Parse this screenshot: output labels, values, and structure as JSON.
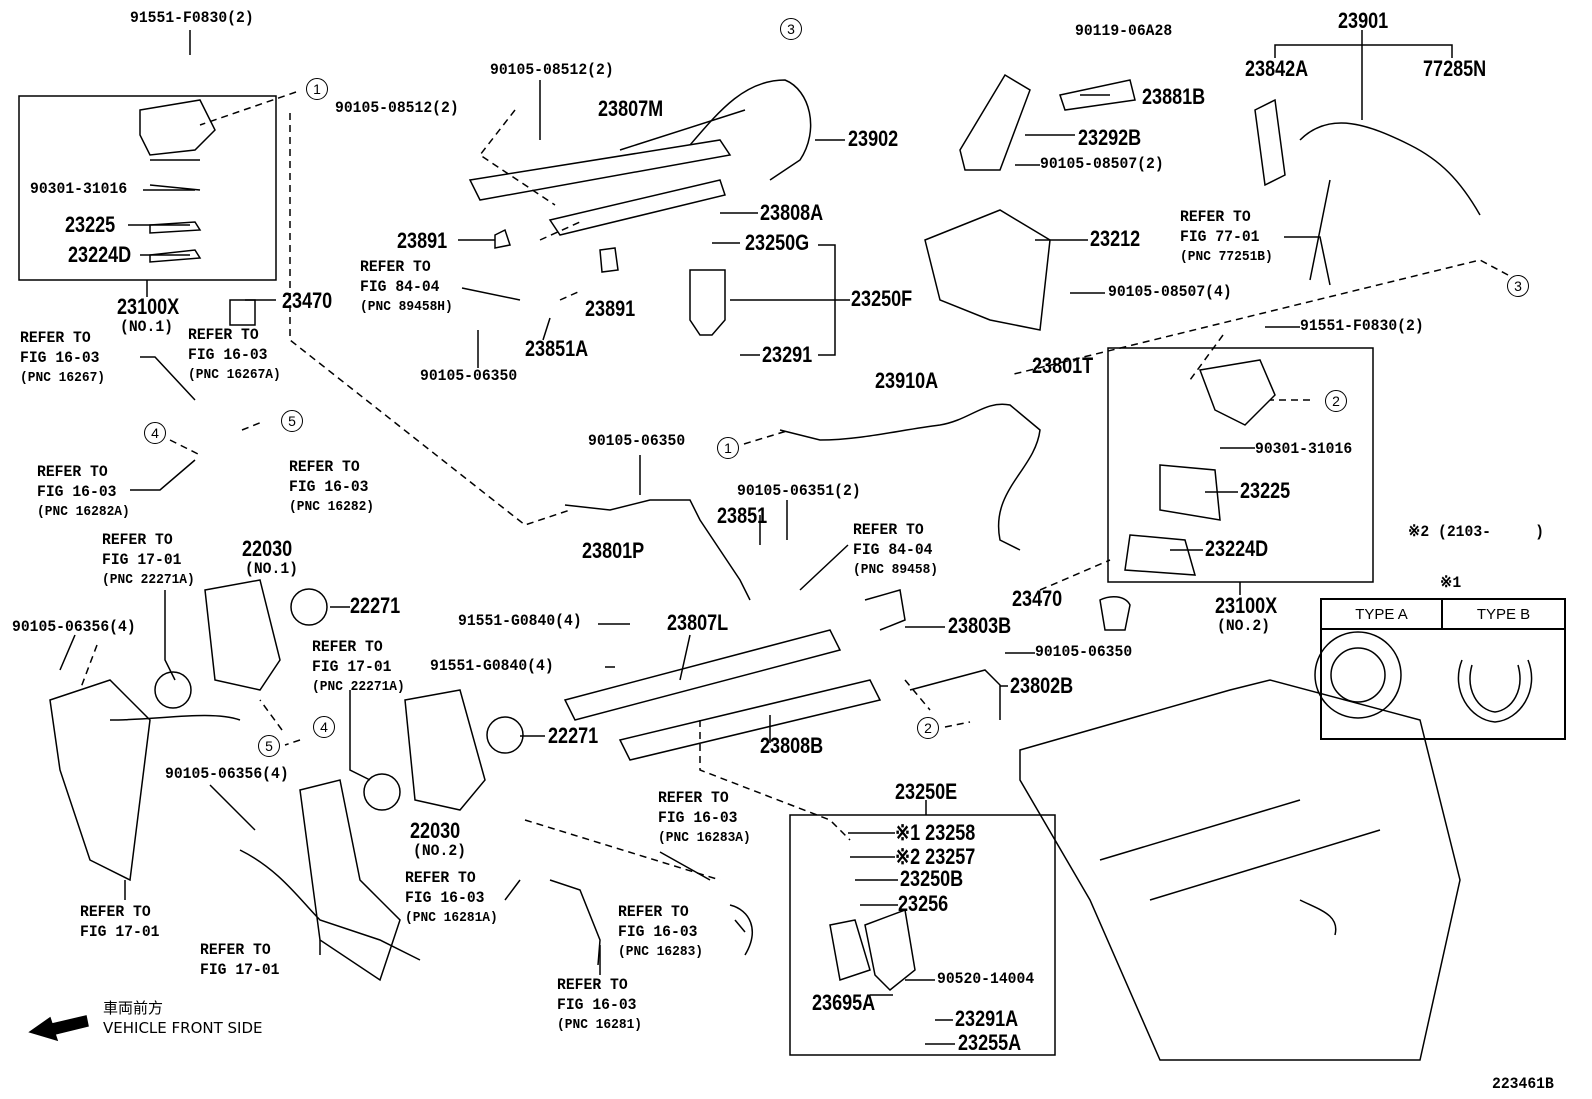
{
  "diagram_id": "223461B",
  "part_numbers": [
    "91551-F0830(2)",
    "90105-08512(2)",
    "90105-08512(2)",
    "23807M",
    "23902",
    "90301-31016",
    "23225",
    "23224D",
    "23100X",
    "(NO.1)",
    "23470",
    "23891",
    "23808A",
    "23250G",
    "23250F",
    "23291",
    "23891",
    "23851A",
    "90105-06350",
    "22030",
    "(NO.1)",
    "22271",
    "90105-06356(4)",
    "90105-06356(4)",
    "22030",
    "(NO.2)",
    "90105-06350",
    "23801P",
    "90105-06351(2)",
    "23851",
    "91551-G0840(4)",
    "23807L",
    "91551-G0840(4)",
    "22271",
    "23808B",
    "23803B",
    "90105-06350",
    "23802B",
    "23250E",
    "※1 23258",
    "※2 23257",
    "23250B",
    "23256",
    "90520-14004",
    "23695A",
    "23291A",
    "23255A",
    "90119-06A28",
    "23881B",
    "23292B",
    "90105-08507(2)",
    "23212",
    "90105-08507(4)",
    "23901",
    "23842A",
    "77285N",
    "91551-F0830(2)",
    "23910A",
    "23801T",
    "90301-31016",
    "23225",
    "23224D",
    "23470",
    "23100X",
    "(NO.2)",
    "※2 (2103-     )"
  ],
  "references": [
    {
      "lines": [
        "REFER TO",
        "FIG 84-04",
        "(PNC 89458H)"
      ]
    },
    {
      "lines": [
        "REFER TO",
        "FIG 16-03",
        "(PNC 16267)"
      ]
    },
    {
      "lines": [
        "REFER TO",
        "FIG 16-03",
        "(PNC 16267A)"
      ]
    },
    {
      "lines": [
        "REFER TO",
        "FIG 16-03",
        "(PNC 16282A)"
      ]
    },
    {
      "lines": [
        "REFER TO",
        "FIG 16-03",
        "(PNC 16282)"
      ]
    },
    {
      "lines": [
        "REFER TO",
        "FIG 17-01",
        "(PNC 22271A)"
      ]
    },
    {
      "lines": [
        "REFER TO",
        "FIG 17-01",
        "(PNC 22271A)"
      ]
    },
    {
      "lines": [
        "REFER TO",
        "FIG 17-01"
      ]
    },
    {
      "lines": [
        "REFER TO",
        "FIG 17-01"
      ]
    },
    {
      "lines": [
        "REFER TO",
        "FIG 16-03",
        "(PNC 16281A)"
      ]
    },
    {
      "lines": [
        "REFER TO",
        "FIG 16-03",
        "(PNC 16283A)"
      ]
    },
    {
      "lines": [
        "REFER TO",
        "FIG 16-03",
        "(PNC 16283)"
      ]
    },
    {
      "lines": [
        "REFER TO",
        "FIG 16-03",
        "(PNC 16281)"
      ]
    },
    {
      "lines": [
        "REFER TO",
        "FIG 84-04",
        "(PNC 89458)"
      ]
    },
    {
      "lines": [
        "REFER TO",
        "FIG 77-01",
        "(PNC 77251B)"
      ]
    }
  ],
  "callouts": [
    "1",
    "3",
    "5",
    "4",
    "1",
    "2",
    "3",
    "4",
    "5",
    "2"
  ],
  "legend": {
    "marker": "※1",
    "type_a": "TYPE A",
    "type_b": "TYPE B"
  },
  "vehicle_front": {
    "jp": "車両前方",
    "en": "VEHICLE FRONT SIDE",
    "icon": "arrow-left-icon"
  }
}
